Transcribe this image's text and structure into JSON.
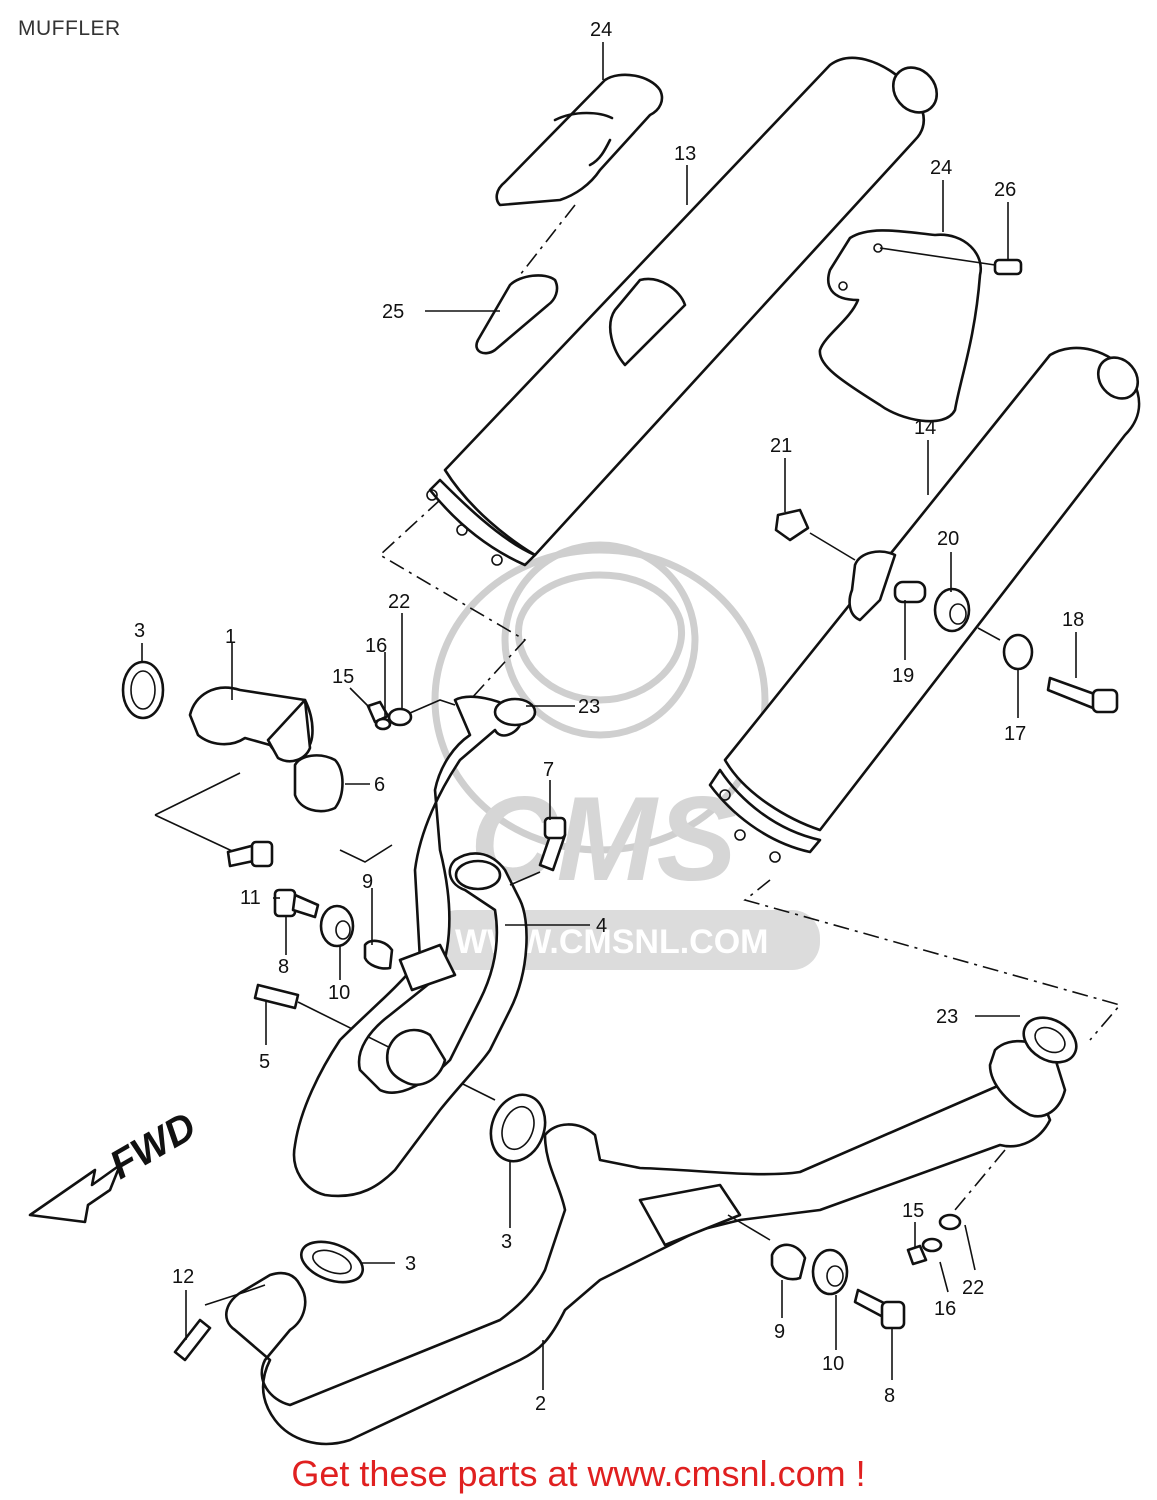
{
  "page": {
    "title": "MUFFLER",
    "footer": "Get these parts at www.cmsnl.com !",
    "footer_color": "#e02020"
  },
  "diagram": {
    "watermark": {
      "logo_text": "CMS",
      "url_text": "WWW.CMSNL.COM"
    },
    "direction_arrow": {
      "label": "FWD"
    },
    "callouts": [
      "24",
      "13",
      "24",
      "26",
      "25",
      "21",
      "14",
      "20",
      "18",
      "19",
      "17",
      "3",
      "1",
      "22",
      "16",
      "15",
      "23",
      "6",
      "7",
      "11",
      "9",
      "4",
      "8",
      "10",
      "5",
      "23",
      "3",
      "12",
      "3",
      "15",
      "22",
      "16",
      "9",
      "10",
      "8",
      "2"
    ]
  }
}
